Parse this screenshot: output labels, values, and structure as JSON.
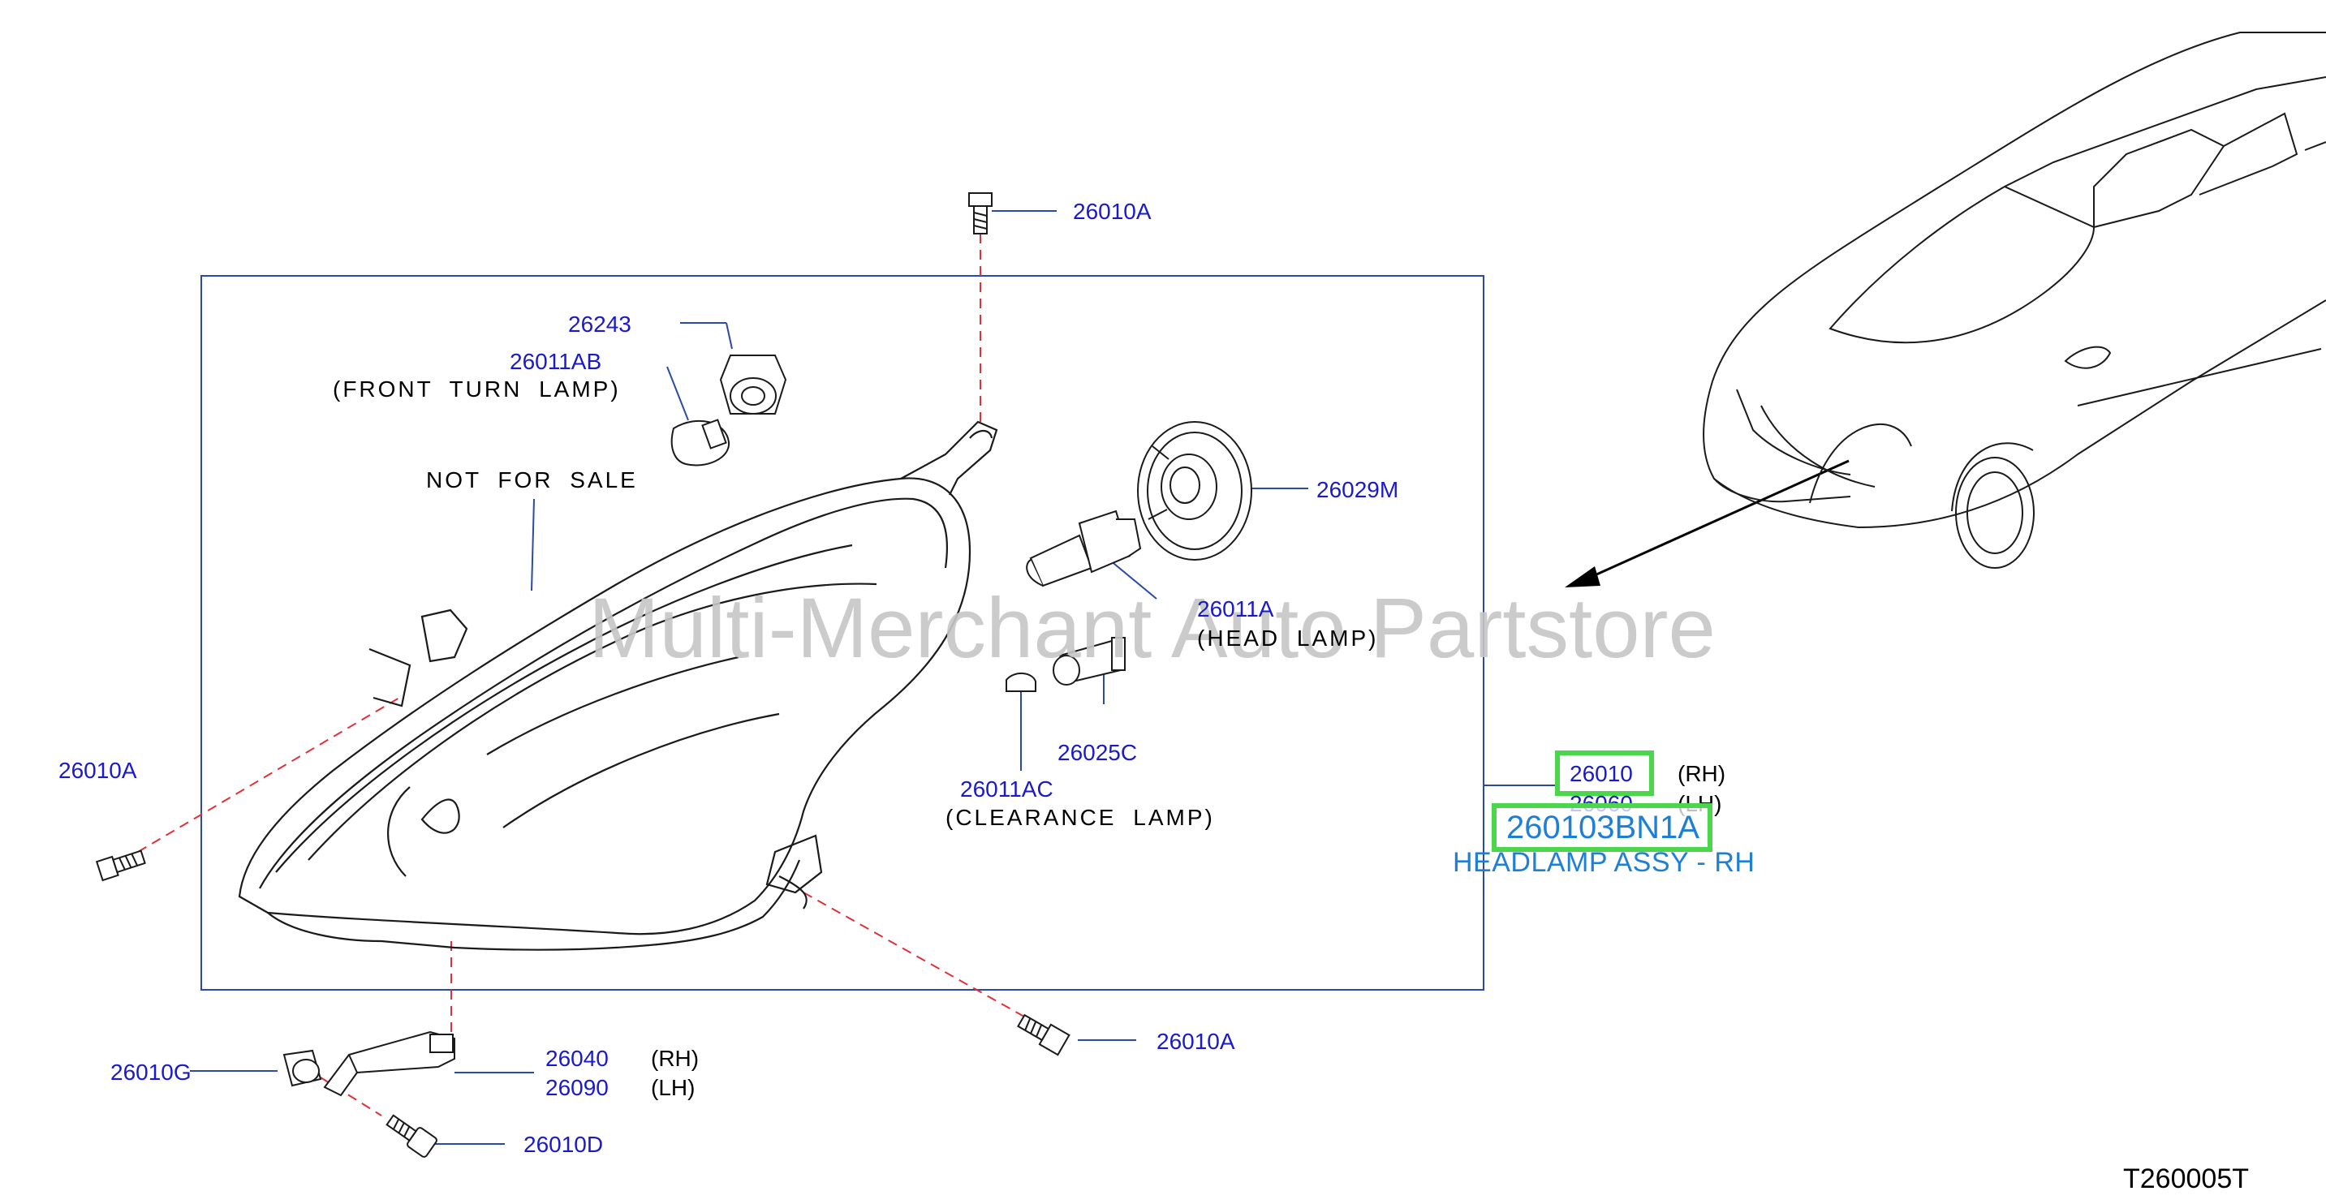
{
  "diagram": {
    "reference": "T260005T",
    "watermark": "Multi-Merchant Auto Partstore",
    "highlight_color": "#4cd64c",
    "label_color": "#1a1acc",
    "accent_color": "#1e7fd6",
    "callouts": {
      "top_bolt": "26010A",
      "left_bolt": "26010A",
      "bottom_bolt": "26010A",
      "socket_turn": "26243",
      "bulb_turn": "26011AB",
      "bulb_turn_desc": "(FRONT TURN LAMP)",
      "not_for_sale": "NOT FOR SALE",
      "cap_headlamp": "26029M",
      "bulb_head": "26011A",
      "bulb_head_desc": "(HEAD LAMP)",
      "socket_clearance": "26025C",
      "bulb_clearance": "26011AC",
      "bulb_clearance_desc": "(CLEARANCE LAMP)",
      "assy_rh": "26010",
      "assy_rh_side": "(RH)",
      "assy_lh": "26060",
      "assy_lh_side": "(LH)",
      "bracket_rh": "26040",
      "bracket_rh_side": "(RH)",
      "bracket_lh": "26090",
      "bracket_lh_side": "(LH)",
      "clip": "26010G",
      "screw": "26010D"
    },
    "selected_part": {
      "number": "260103BN1A",
      "name": "HEADLAMP ASSY - RH"
    }
  }
}
